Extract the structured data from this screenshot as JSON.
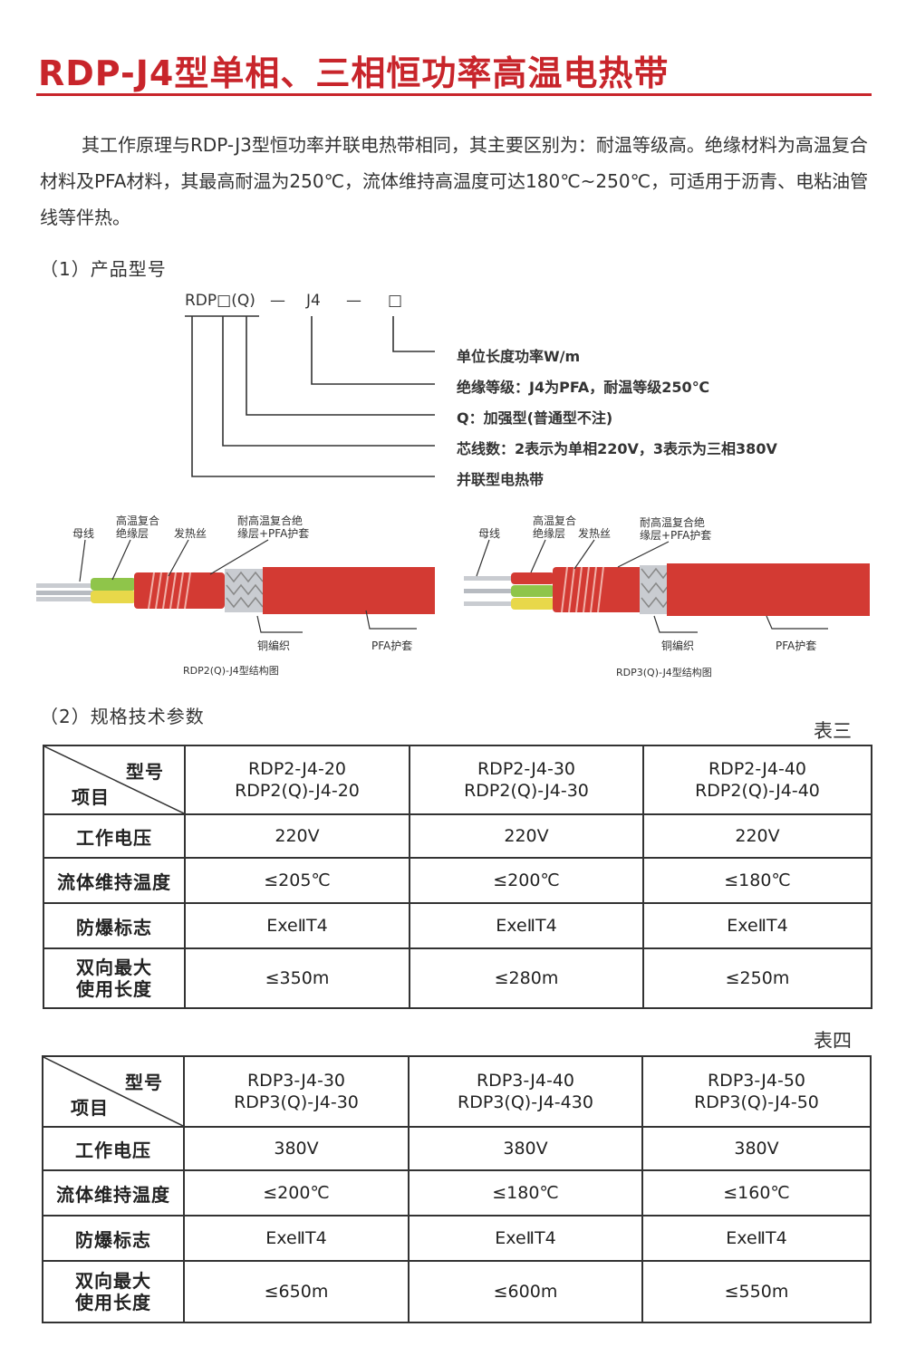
{
  "title": "RDP-J4型单相、三相恒功率高温电热带",
  "intro": "其工作原理与RDP-J3型恒功率并联电热带相同，其主要区别为：耐温等级高。绝缘材料为高温复合材料及PFA材料，其最高耐温为250℃，流体维持高温度可达180℃~250℃，可适用于沥青、电粘油管线等伴热。",
  "section1": "（1）产品型号",
  "model_code": {
    "part1": "RDP□(Q)",
    "dash1": "—",
    "part2": "J4",
    "dash2": "—",
    "part3": "□",
    "descriptions": [
      "单位长度功率W/m",
      "绝缘等级：J4为PFA，耐温等级250℃",
      "Q：加强型(普通型不注)",
      "芯线数：2表示为单相220V，3表示为三相380V",
      "并联型电热带"
    ]
  },
  "cable_labels": {
    "bus": "母线",
    "insul_1": "高温复合",
    "insul_2": "绝缘层",
    "heater": "发热丝",
    "jacket_1": "耐高温复合绝",
    "jacket_2": "缘层+PFA护套",
    "braid": "铜编织",
    "pfa": "PFA护套",
    "caption_left": "RDP2(Q)-J4型结构图",
    "caption_right": "RDP3(Q)-J4型结构图"
  },
  "section2": "（2）规格技术参数",
  "table3": {
    "name": "表三",
    "corner_top": "型号",
    "corner_bottom": "项目",
    "models": [
      [
        "RDP2-J4-20",
        "RDP2(Q)-J4-20"
      ],
      [
        "RDP2-J4-30",
        "RDP2(Q)-J4-30"
      ],
      [
        "RDP2-J4-40",
        "RDP2(Q)-J4-40"
      ]
    ],
    "rows": [
      {
        "label": "工作电压",
        "values": [
          "220V",
          "220V",
          "220V"
        ]
      },
      {
        "label": "流体维持温度",
        "values": [
          "≤205℃",
          "≤200℃",
          "≤180℃"
        ]
      },
      {
        "label": "防爆标志",
        "values": [
          "ExeⅡT4",
          "ExeⅡT4",
          "ExeⅡT4"
        ]
      },
      {
        "label1": "双向最大",
        "label2": "使用长度",
        "values": [
          "≤350m",
          "≤280m",
          "≤250m"
        ]
      }
    ]
  },
  "table4": {
    "name": "表四",
    "corner_top": "型号",
    "corner_bottom": "项目",
    "models": [
      [
        "RDP3-J4-30",
        "RDP3(Q)-J4-30"
      ],
      [
        "RDP3-J4-40",
        "RDP3(Q)-J4-430"
      ],
      [
        "RDP3-J4-50",
        "RDP3(Q)-J4-50"
      ]
    ],
    "rows": [
      {
        "label": "工作电压",
        "values": [
          "380V",
          "380V",
          "380V"
        ]
      },
      {
        "label": "流体维持温度",
        "values": [
          "≤200℃",
          "≤180℃",
          "≤160℃"
        ]
      },
      {
        "label": "防爆标志",
        "values": [
          "ExeⅡT4",
          "ExeⅡT4",
          "ExeⅡT4"
        ]
      },
      {
        "label1": "双向最大",
        "label2": "使用长度",
        "values": [
          "≤650m",
          "≤600m",
          "≤550m"
        ]
      }
    ]
  },
  "colors": {
    "accent": "#c8252b",
    "cable_red": "#d33a33",
    "wire_silver": "#c9ccd1",
    "insul_green": "#8fc54a",
    "insul_yellow": "#e8d84a"
  }
}
